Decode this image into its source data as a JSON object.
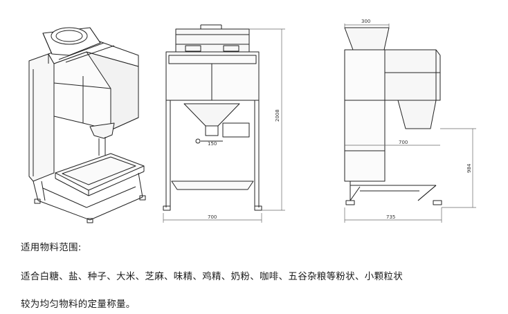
{
  "dimensions": {
    "front_width": "700",
    "front_height": "2008",
    "outlet_diameter": "150",
    "hopper_top_width": "300",
    "side_upper_depth": "700",
    "side_lower_height": "984",
    "side_base_depth": "735"
  },
  "caption": {
    "title": "适用物料范围:",
    "line1": "适合白糖、盐、种子、大米、芝麻、味精、鸡精、奶粉、咖啡、五谷杂粮等粉状、小颗粒状",
    "line2": "较为均匀物料的定量称量。"
  }
}
